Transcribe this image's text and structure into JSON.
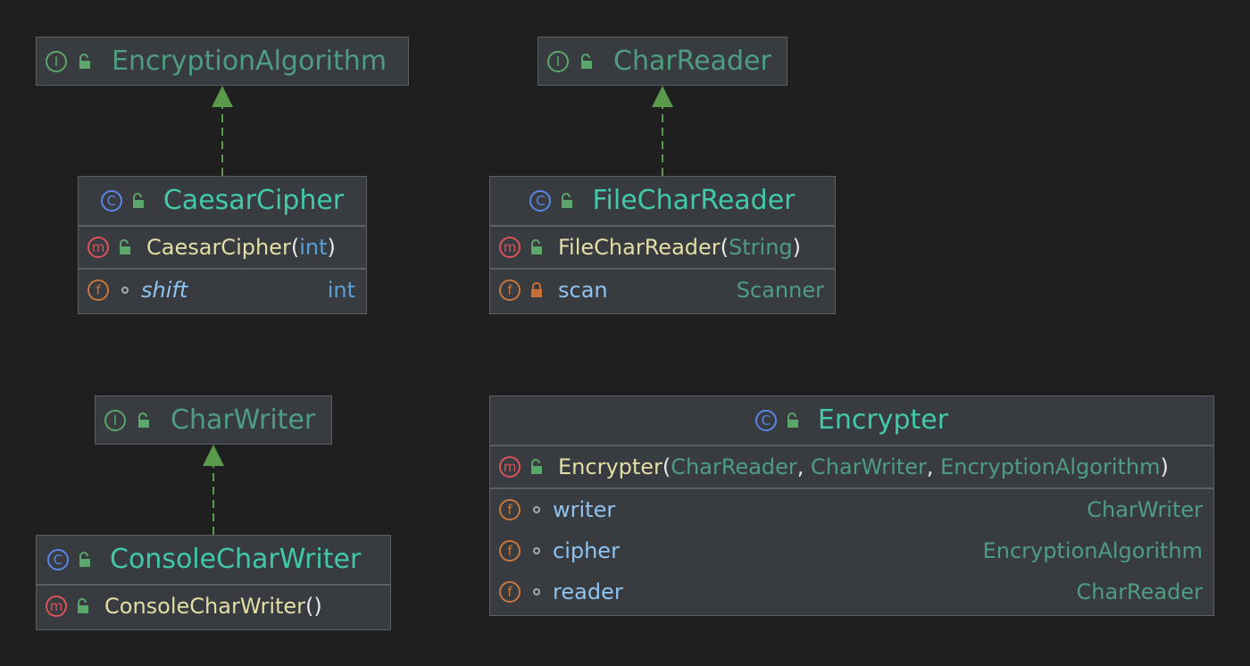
{
  "colors": {
    "background": "#1f1f1f",
    "box_fill": "#383b3f",
    "box_border": "#5d6063",
    "interface_name": "#4e9d82",
    "class_name": "#42c9ab",
    "edge": "#5a9a4c"
  },
  "nodes": {
    "encryption_algorithm": {
      "kind": "interface",
      "name": "EncryptionAlgorithm"
    },
    "char_reader": {
      "kind": "interface",
      "name": "CharReader"
    },
    "char_writer": {
      "kind": "interface",
      "name": "CharWriter"
    },
    "caesar_cipher": {
      "kind": "class",
      "name": "CaesarCipher",
      "constructor": {
        "name": "CaesarCipher",
        "params": [
          "int"
        ]
      },
      "fields": [
        {
          "name": "shift",
          "type": "int",
          "visibility": "package",
          "static": true
        }
      ]
    },
    "file_char_reader": {
      "kind": "class",
      "name": "FileCharReader",
      "constructor": {
        "name": "FileCharReader",
        "params": [
          "String"
        ]
      },
      "fields": [
        {
          "name": "scan",
          "type": "Scanner",
          "visibility": "private"
        }
      ]
    },
    "console_char_writer": {
      "kind": "class",
      "name": "ConsoleCharWriter",
      "constructor": {
        "name": "ConsoleCharWriter",
        "params": []
      }
    },
    "encrypter": {
      "kind": "class",
      "name": "Encrypter",
      "constructor": {
        "name": "Encrypter",
        "params": [
          "CharReader",
          "CharWriter",
          "EncryptionAlgorithm"
        ]
      },
      "fields": [
        {
          "name": "writer",
          "type": "CharWriter",
          "visibility": "package"
        },
        {
          "name": "cipher",
          "type": "EncryptionAlgorithm",
          "visibility": "package"
        },
        {
          "name": "reader",
          "type": "CharReader",
          "visibility": "package"
        }
      ]
    }
  },
  "badges": {
    "interface": "I",
    "class": "C",
    "method": "m",
    "field": "f"
  },
  "punct": {
    "open": "(",
    "close": ")",
    "comma": ", "
  },
  "edges": [
    {
      "from": "caesar_cipher",
      "to": "encryption_algorithm",
      "type": "realization"
    },
    {
      "from": "file_char_reader",
      "to": "char_reader",
      "type": "realization"
    },
    {
      "from": "console_char_writer",
      "to": "char_writer",
      "type": "realization"
    }
  ]
}
